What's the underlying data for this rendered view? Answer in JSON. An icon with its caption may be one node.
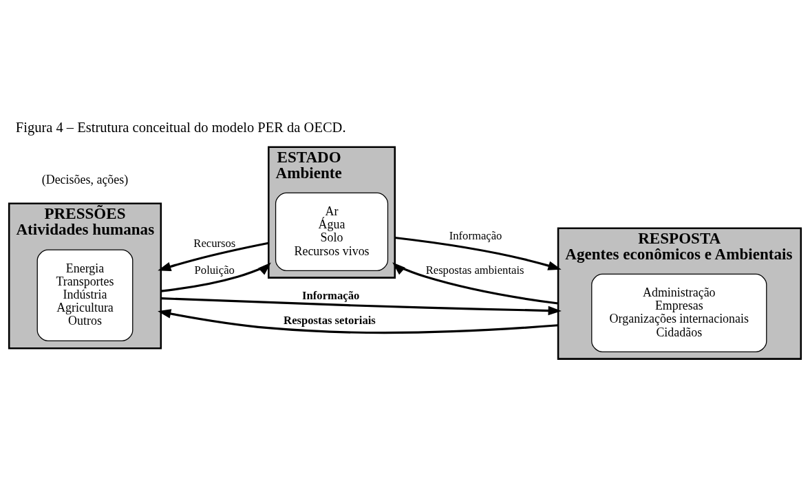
{
  "diagram": {
    "title": "Figura 4 – Estrutura conceitual do modelo PER da OECD.",
    "nodes": [
      {
        "text": [
          "PRESSÕES",
          "Atividades humanas"
        ]
      },
      {
        "text": [
          "Energia",
          "Transportes",
          "Indústria",
          "Agricultura",
          "Outros"
        ],
        "in": 0
      },
      {
        "text": [
          "ESTADO",
          "Ambiente"
        ]
      },
      {
        "text": [
          "Ar",
          "Água",
          "Solo",
          "Recursos vivos"
        ],
        "in": 2
      },
      {
        "text": [
          "RESPOSTA",
          "Agentes econômicos e Ambientais"
        ]
      },
      {
        "text": [
          "Administração",
          "Empresas",
          "Organizações internacionais",
          "Cidadãos"
        ],
        "in": 4
      }
    ],
    "edges": [
      {
        "from": 0,
        "to": 4,
        "arrow": "to",
        "label": "Informação"
      },
      {
        "from": 2,
        "to": 0,
        "arrow": "to",
        "label": "Recursos"
      },
      {
        "from": 0,
        "to": 2,
        "arrow": "to",
        "label": "Poluição"
      },
      {
        "from": 2,
        "to": 4,
        "arrow": "to",
        "label": "Informação"
      },
      {
        "from": 4,
        "to": 2,
        "arrow": "to",
        "label": "Respostas ambientais"
      },
      {
        "from": 4,
        "to": 0,
        "arrow": "to",
        "label": "Respostas setoriais"
      }
    ],
    "labels": [
      "(Decisões, ações)"
    ]
  }
}
